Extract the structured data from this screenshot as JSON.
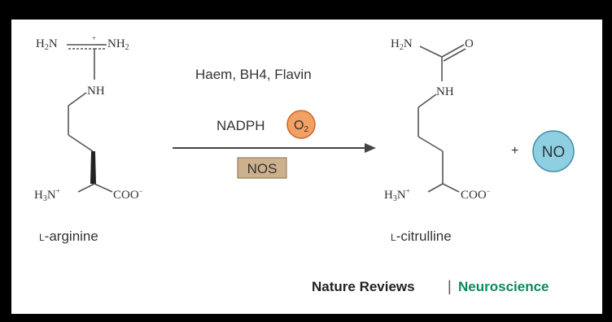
{
  "reaction": {
    "substrate": {
      "name": "L-arginine",
      "name_prefix": "L",
      "name_rest": "-arginine",
      "groups": {
        "h2n_left": "H₂N",
        "nh2_right": "NH₂",
        "plus": "+",
        "nh": "NH",
        "h3n": "H₃N⁺",
        "coo": "COO⁻"
      }
    },
    "conditions": {
      "cofactors": "Haem, BH4, Flavin",
      "reductant": "NADPH",
      "oxygen": "O₂",
      "enzyme": "NOS"
    },
    "product": {
      "name": "L-citrulline",
      "name_prefix": "L",
      "name_rest": "-citrulline",
      "groups": {
        "h2n": "H₂N",
        "o": "O",
        "nh": "NH",
        "h3n": "H₃N⁺",
        "coo": "COO⁻"
      }
    },
    "plus_sign": "+",
    "coproduct": "NO"
  },
  "credit": {
    "journal": "Nature Reviews",
    "separator": "|",
    "section": "Neuroscience"
  },
  "colors": {
    "frame": "#000000",
    "oxygen_fill": "#f2a064",
    "oxygen_stroke": "#c9682a",
    "no_fill": "#8fcfe2",
    "no_stroke": "#3f8fa8",
    "enzyme_fill": "#cdb08c",
    "enzyme_stroke": "#8a6e4a",
    "accent": "#0a8a5c"
  }
}
